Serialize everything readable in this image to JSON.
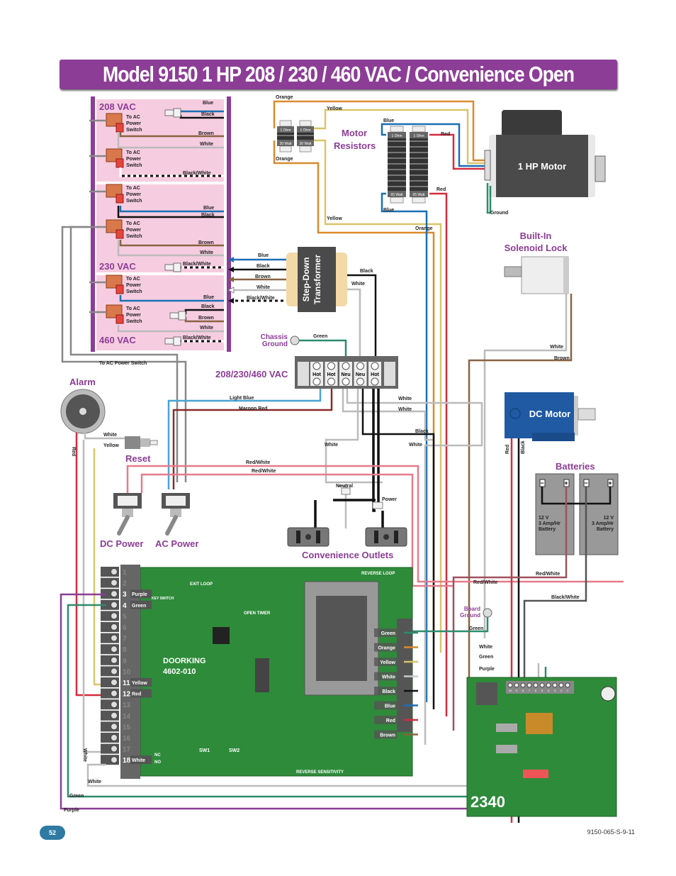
{
  "title": "Model 9150 1 HP 208 / 230 / 460 VAC / Convenience Open",
  "voltage_config": {
    "sections": [
      {
        "label": "208 VAC",
        "wires": [
          "Blue",
          "Black",
          "Brown",
          "White",
          "Black/White"
        ]
      },
      {
        "label": "230 VAC",
        "wires": [
          "Blue",
          "Black",
          "Brown",
          "White",
          "Black/White"
        ]
      },
      {
        "label": "460 VAC",
        "wires": [
          "Blue",
          "Black",
          "Brown",
          "White",
          "Black/White"
        ]
      }
    ],
    "connector_label": "To AC Power Switch",
    "to_ac_switch_line1": "To AC",
    "to_ac_switch_line2": "Power",
    "to_ac_switch_line3": "Switch",
    "bottom_label": "To AC Power Switch"
  },
  "motor_resistors": {
    "label_line1": "Motor",
    "label_line2": "Resistors",
    "small_resistor_top": "1 Ohm",
    "small_resistor_bottom": "30 Watt",
    "large_resistor_top": "1 Ohm",
    "large_resistor_bottom": "65 Watt",
    "wires": {
      "orange": "Orange",
      "yellow": "Yellow",
      "blue": "Blue",
      "red": "Red"
    }
  },
  "motor": {
    "label": "1 HP Motor",
    "ground_label": "Ground"
  },
  "solenoid": {
    "label_line1": "Built-In",
    "label_line2": "Solenoid Lock",
    "wires": [
      "White",
      "Brown"
    ]
  },
  "transformer": {
    "label_line1": "Step-Down",
    "label_line2": "Transformer",
    "left_wires": [
      "Blue",
      "Black",
      "Brown",
      "White",
      "Black/White"
    ],
    "right_wires": [
      "Black",
      "White"
    ]
  },
  "chassis_ground": {
    "label_line1": "Chassis",
    "label_line2": "Ground",
    "wire": "Green"
  },
  "terminal_block": {
    "label": "208/230/460 VAC",
    "terminals": [
      "Hot",
      "Hot",
      "Neu",
      "Neu",
      "Hot"
    ]
  },
  "wire_labels": {
    "light_blue": "Light Blue",
    "maroon_red": "Maroon Red",
    "white": "White",
    "yellow": "Yellow",
    "red": "Red",
    "black": "Black",
    "red_white": "Red/White",
    "black_white": "Black/White",
    "green": "Green",
    "purple": "Purple",
    "neutral": "Neutral",
    "power": "Power",
    "orange": "Orange",
    "blue": "Blue",
    "brown": "Brown"
  },
  "alarm": {
    "label": "Alarm"
  },
  "reset": {
    "label": "Reset"
  },
  "switches": {
    "dc": "DC Power",
    "ac": "AC Power"
  },
  "outlets": {
    "label": "Convenience Outlets"
  },
  "dc_motor": {
    "label": "DC Motor",
    "wires": [
      "Red",
      "Black"
    ]
  },
  "batteries": {
    "label": "Batteries",
    "items": [
      {
        "line1": "12 V",
        "line2": "3 Amp/Hr",
        "line3": "Battery"
      },
      {
        "line1": "12 V",
        "line2": "3 Amp/Hr",
        "line3": "Battery"
      }
    ],
    "minus": "−",
    "plus": "+"
  },
  "board_ground": {
    "label_line1": "Board",
    "label_line2": "Ground",
    "wire": "Green"
  },
  "main_board": {
    "brand_line1": "DOORKING",
    "brand_line2": "4602-010",
    "terminals": [
      "1",
      "2",
      "3",
      "4",
      "5",
      "6",
      "7",
      "8",
      "9",
      "10",
      "11",
      "12",
      "13",
      "14",
      "15",
      "16",
      "17",
      "18"
    ],
    "terminal_wires": {
      "3": "Purple",
      "4": "Green",
      "11": "Yellow",
      "12": "Red",
      "18": "White"
    },
    "labels": {
      "exit_loop": "EXIT LOOP",
      "reverse_loop": "REVERSE LOOP",
      "open_timer": "OPEN TIMER",
      "key_switch": "KEY SWITCH",
      "sw1": "SW1",
      "sw2": "SW2",
      "nc": "NC",
      "no": "NO",
      "reverse_sensitivity": "REVERSE SENSITIVITY"
    },
    "motor_connector": [
      "Green",
      "Orange",
      "Yellow",
      "White",
      "Black",
      "Blue",
      "Red",
      "Brown"
    ]
  },
  "board_2340": {
    "label": "2340",
    "terminals": [
      "10",
      "9",
      "8",
      "7",
      "6",
      "5",
      "4",
      "3",
      "2",
      "1"
    ],
    "wires": [
      "White",
      "Green",
      "Purple"
    ]
  },
  "footer": {
    "page_number": "52",
    "doc_code": "9150-065-S-9-11"
  },
  "colors": {
    "brand_purple": "#8c3d96",
    "config_pink": "#f6cde0",
    "board_green": "#2e8b3a",
    "dc_motor_blue": "#1f5aa3",
    "page_badge": "#2f7aa3"
  }
}
